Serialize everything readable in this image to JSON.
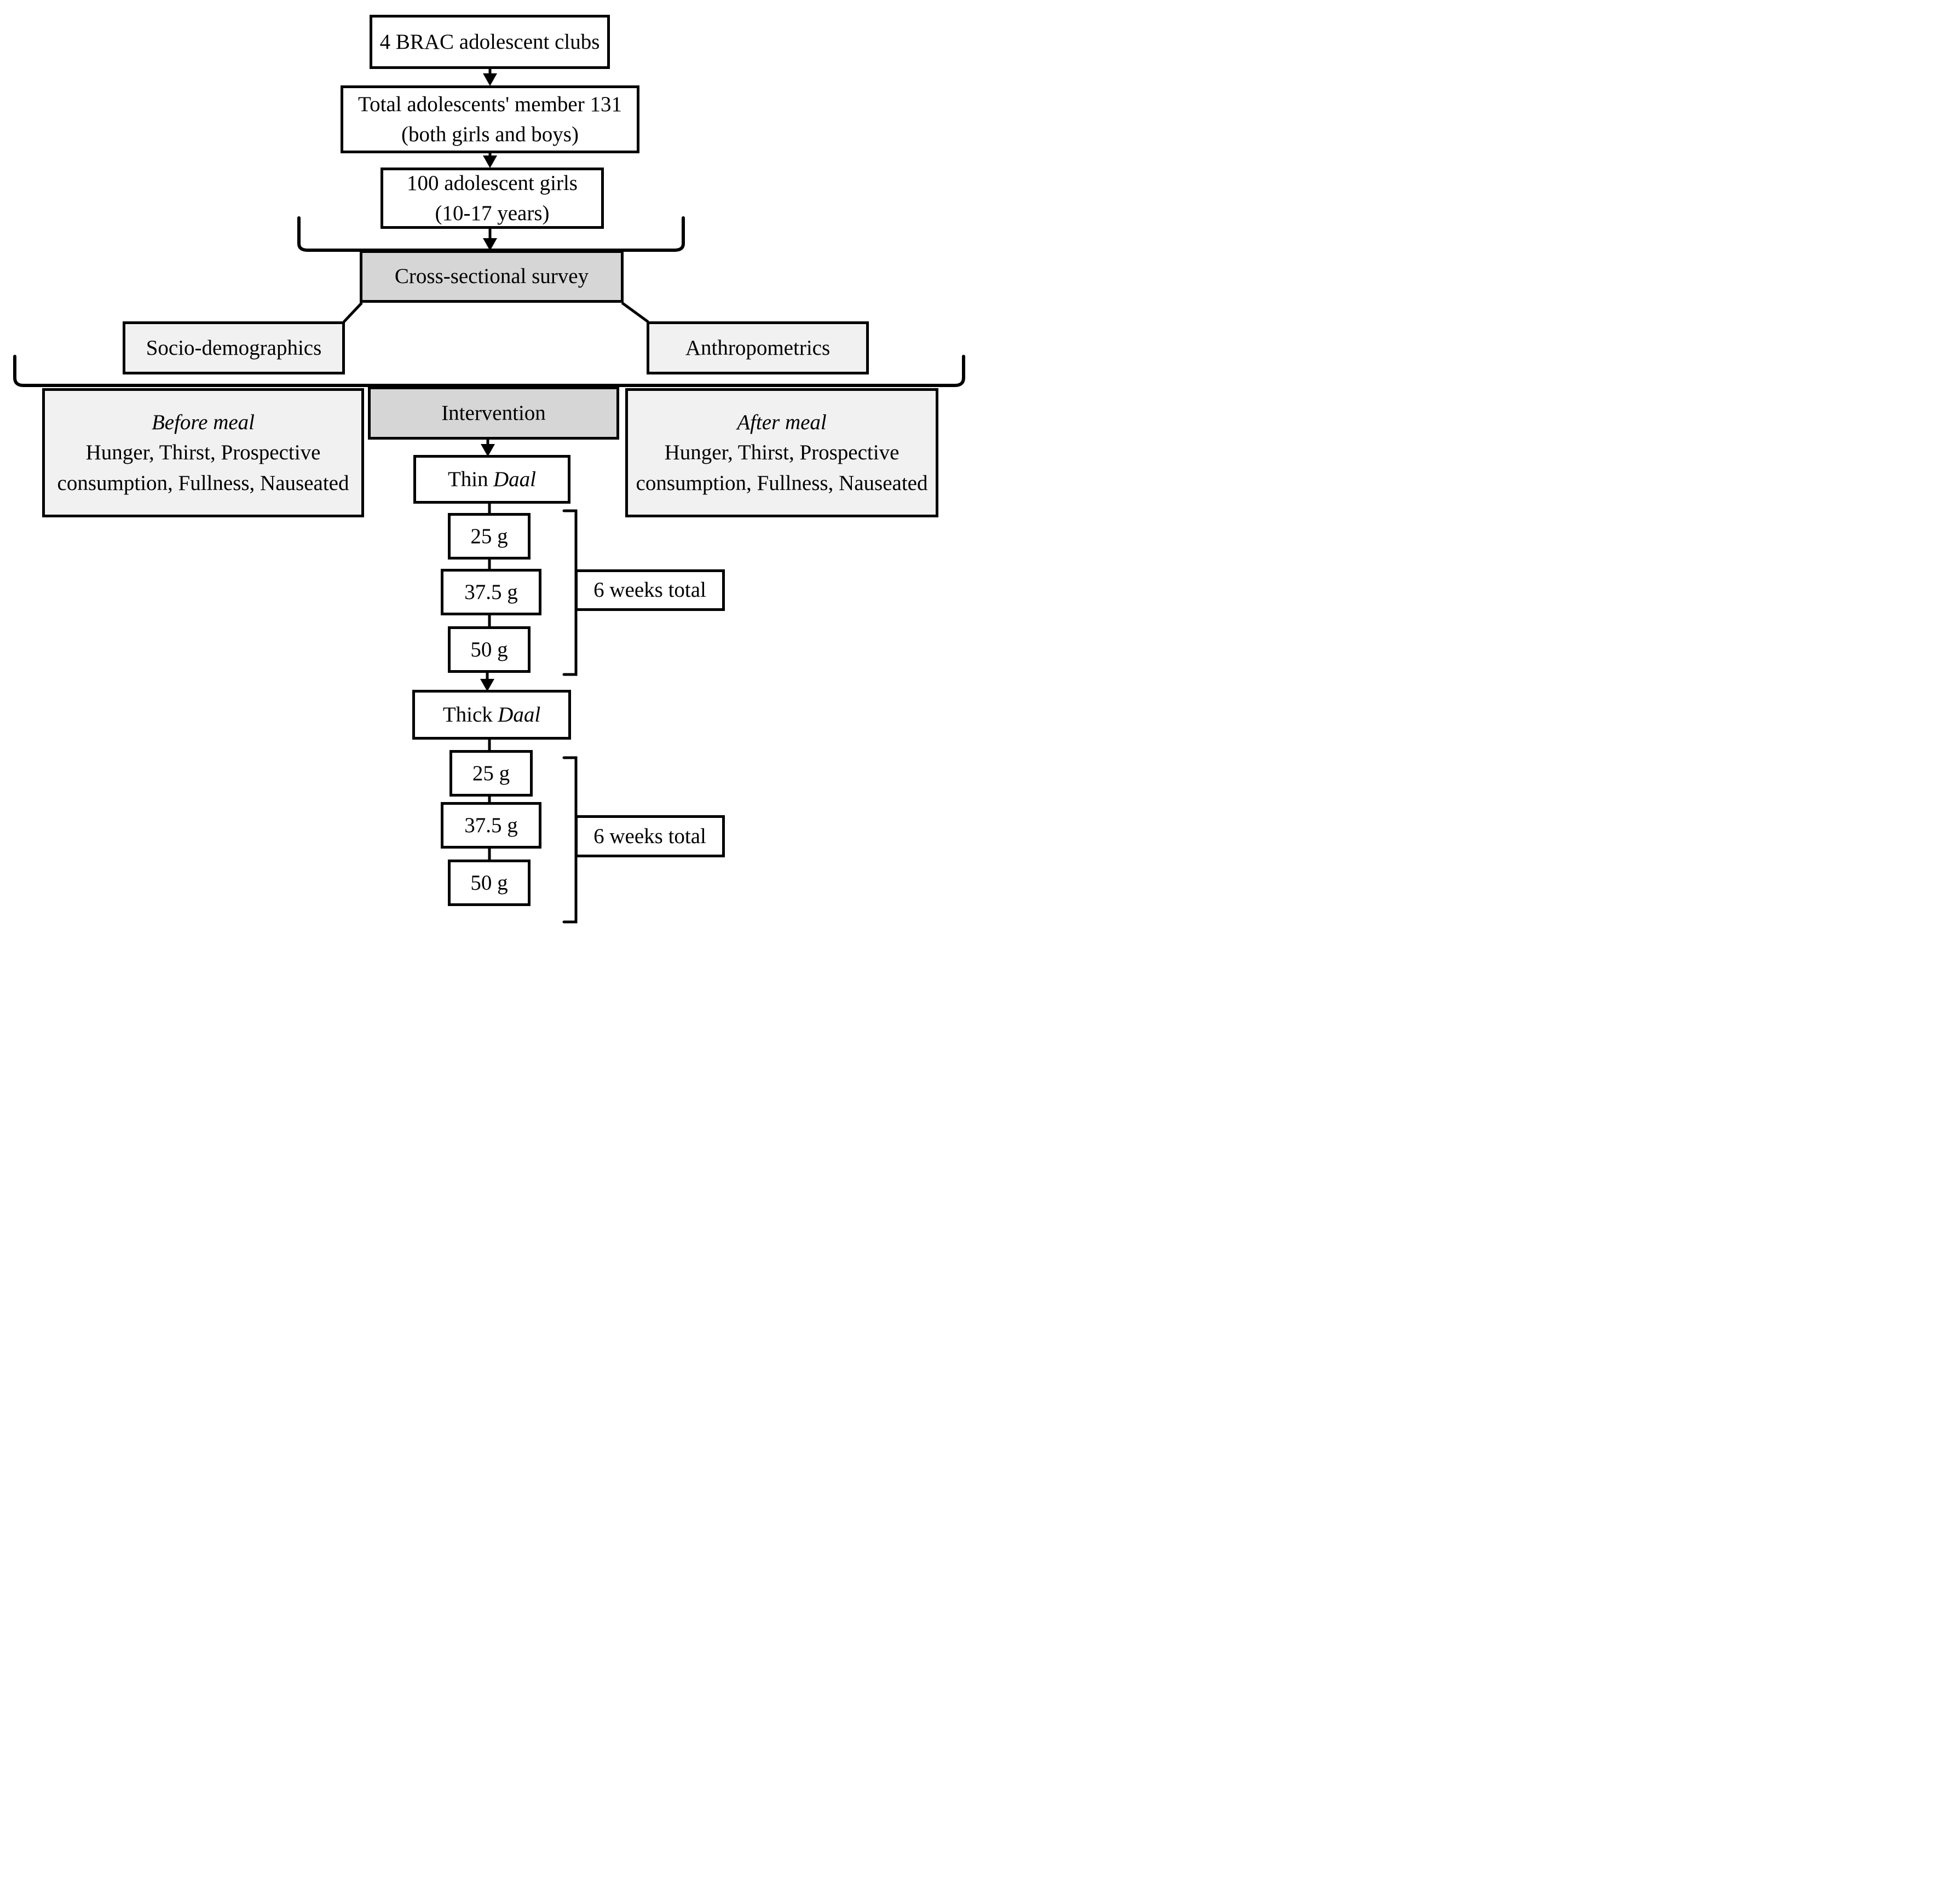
{
  "title": "Study design flow diagram",
  "colors": {
    "line": "#000000",
    "box_fill": "#ffffff",
    "shaded_fill": "#d6d6d6",
    "light_fill": "#f1f1f1"
  },
  "nodes": {
    "clubs": "4 BRAC adolescent clubs",
    "members_line1": "Total adolescents' member 131",
    "members_line2": "(both girls and boys)",
    "girls_line1": "100 adolescent girls",
    "girls_line2": "(10-17 years)",
    "survey": "Cross-sectional survey",
    "socio": "Socio-demographics",
    "anthro": "Anthropometrics",
    "before_title": "Before meal",
    "before_line1": "Hunger, Thirst, Prospective",
    "before_line2": "consumption, Fullness, Nauseated",
    "intervention": "Intervention",
    "after_title": "After meal",
    "after_line1": "Hunger, Thirst, Prospective",
    "after_line2": "consumption, Fullness, Nauseated",
    "thin_daal_roman": "Thin",
    "thin_daal_italic": "Daal",
    "thick_daal_roman": "Thick",
    "thick_daal_italic": "Daal",
    "thin_dose_1": "25 g",
    "thin_dose_2": "37.5 g",
    "thin_dose_3": "50 g",
    "thin_weeks": "6 weeks total",
    "thick_dose_1": "25 g",
    "thick_dose_2": "37.5 g",
    "thick_dose_3": "50 g",
    "thick_weeks": "6 weeks total"
  }
}
